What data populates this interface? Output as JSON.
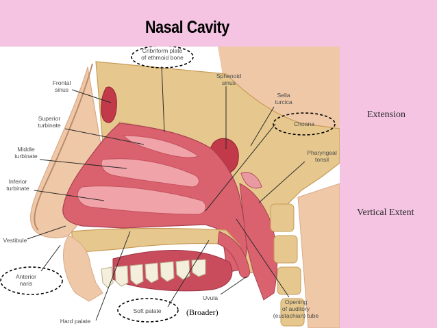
{
  "title": "Nasal Cavity",
  "side_labels": {
    "extension": "Extension",
    "vertical_extent": "Vertical Extent"
  },
  "broader_note": "(Broader)",
  "labels": {
    "cribriform_line1": "Cribriform plate",
    "cribriform_line2": "of ethmoid bone",
    "frontal_sinus_line1": "Frontal",
    "frontal_sinus_line2": "sinus",
    "superior_turbinate_line1": "Superior",
    "superior_turbinate_line2": "turbinate",
    "middle_turbinate_line1": "Middle",
    "middle_turbinate_line2": "turbinate",
    "inferior_turbinate_line1": "Inferior",
    "inferior_turbinate_line2": "turbinate",
    "vestibule": "Vestibule",
    "anterior_naris_line1": "Anterior",
    "anterior_naris_line2": "naris",
    "hard_palate": "Hard palate",
    "soft_palate": "Soft palate",
    "uvula": "Uvula",
    "opening_line1": "Opening",
    "opening_line2": "of auditory",
    "opening_line3": "(eustachian) tube",
    "sphenoid_sinus_line1": "Sphenoid",
    "sphenoid_sinus_line2": "sinus",
    "sella_turcica_line1": "Sella",
    "sella_turcica_line2": "turcica",
    "choana": "Choana",
    "pharyngeal_tonsil_line1": "Pharyngeal",
    "pharyngeal_tonsil_line2": "tonsil"
  },
  "colors": {
    "background": "#f4c4e2",
    "panel": "#ffffff",
    "mucosa": "#d9626e",
    "mucosa_light": "#f0a3a8",
    "bone": "#e6c88e",
    "bone_dark": "#c89a57",
    "skin": "#efc8a7",
    "skin_dark": "#d9a988",
    "sinus": "#c23a4a",
    "tooth": "#f3efdc"
  }
}
